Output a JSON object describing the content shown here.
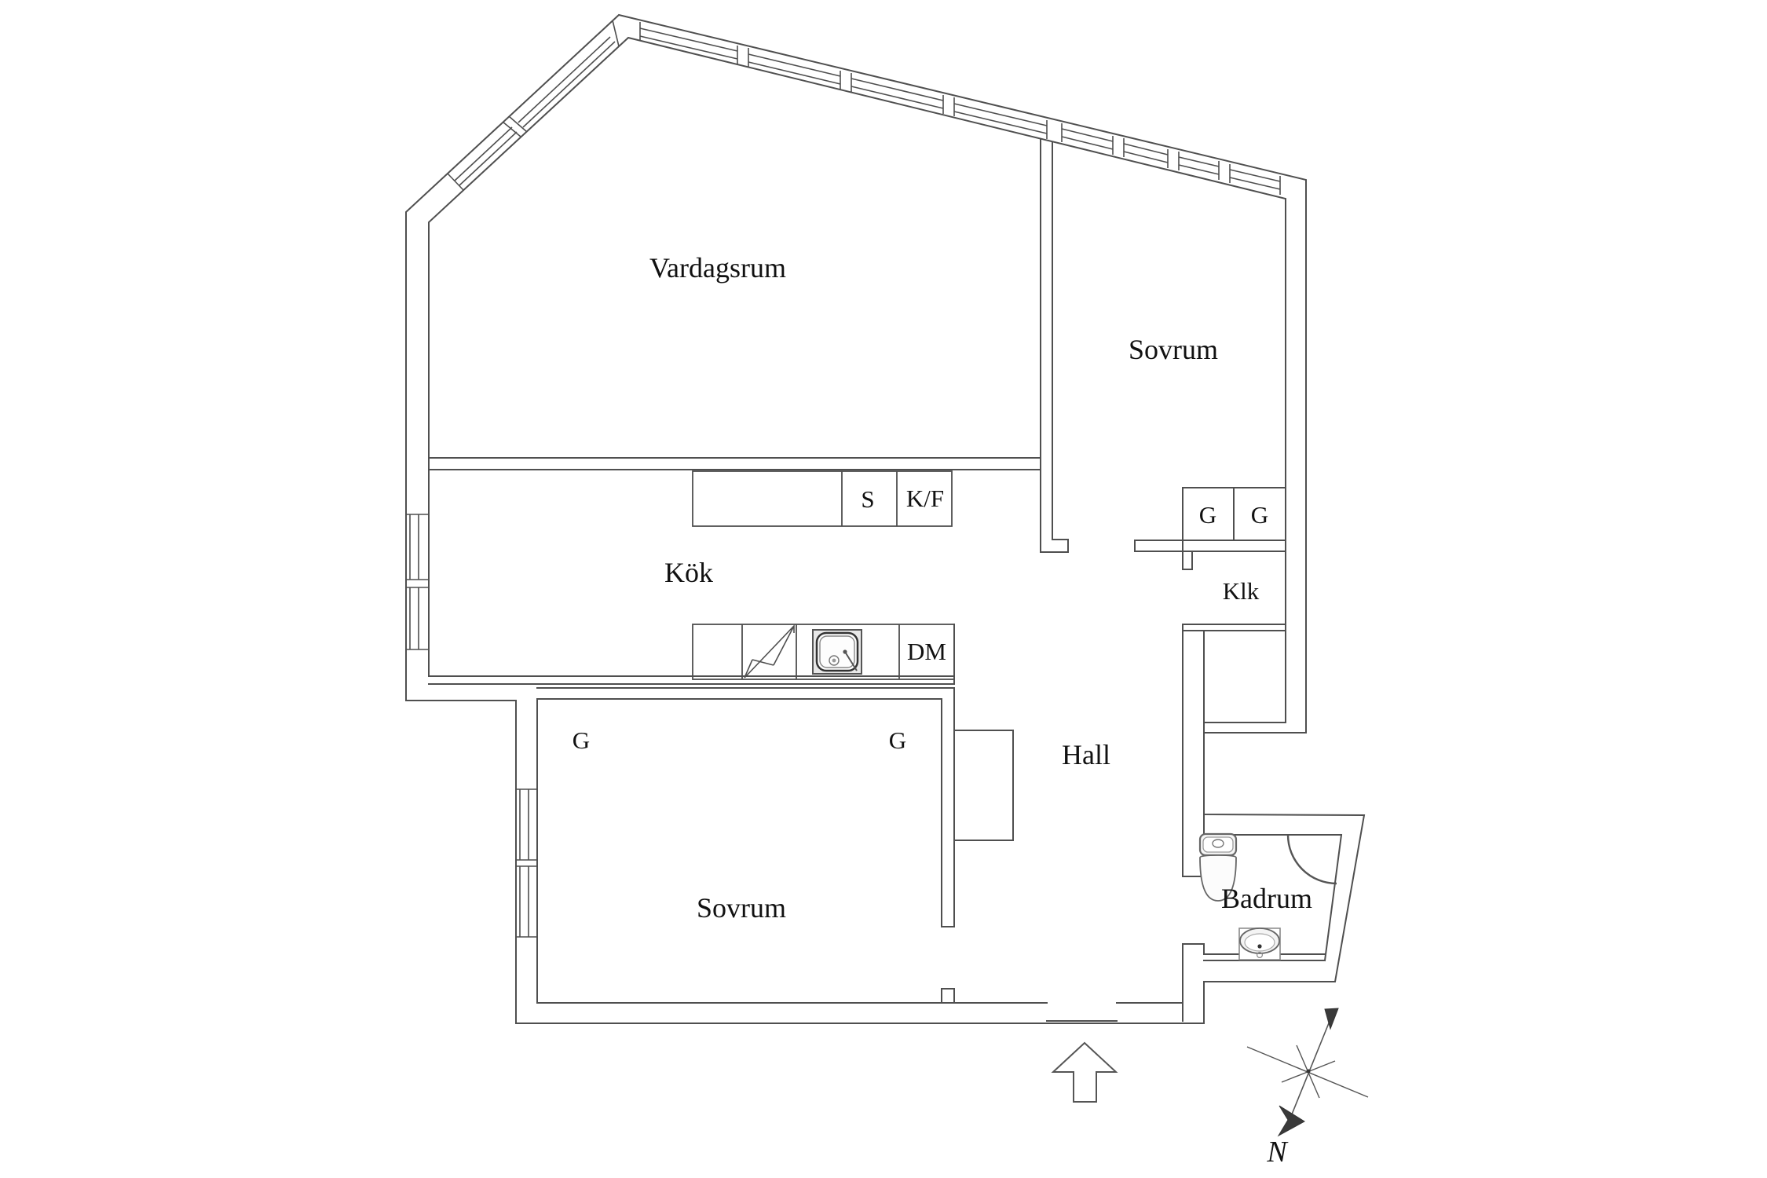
{
  "rooms": {
    "living_room": "Vardagsrum",
    "bedroom": "Sovrum",
    "kitchen": "Kök",
    "hall": "Hall",
    "closet": "Klk",
    "bathroom": "Badrum"
  },
  "fixtures": {
    "wardrobe": "G",
    "pantry": "S",
    "fridge_freezer": "K/F",
    "dishwasher": "DM"
  },
  "compass": {
    "north": "N"
  },
  "colors": {
    "wall_line": "#4f4f4f",
    "text": "#111111",
    "background": "#ffffff",
    "compass_fill": "#3a3a3a"
  }
}
